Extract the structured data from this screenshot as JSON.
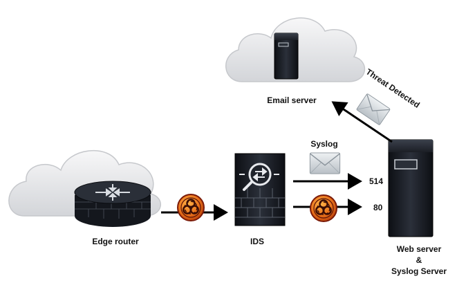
{
  "nodes": {
    "email_server": {
      "label": "Email server"
    },
    "edge_router": {
      "label": "Edge router"
    },
    "ids": {
      "label": "IDS"
    },
    "web_server": {
      "label_line1": "Web server",
      "label_line2": "&",
      "label_line3": "Syslog Server"
    }
  },
  "flows": {
    "syslog": {
      "label": "Syslog",
      "port": "514"
    },
    "web": {
      "port": "80"
    },
    "alert": {
      "label": "Threat Detected"
    }
  },
  "icons": {
    "threat": "biohazard-icon",
    "message": "envelope-icon",
    "ids_symbol": "magnifier-swap-icon"
  },
  "colors": {
    "threat_fill": "#e8701a",
    "threat_ring": "#8a1a0a",
    "device_dark": "#15181f",
    "cloud": "#e6e7ea"
  }
}
